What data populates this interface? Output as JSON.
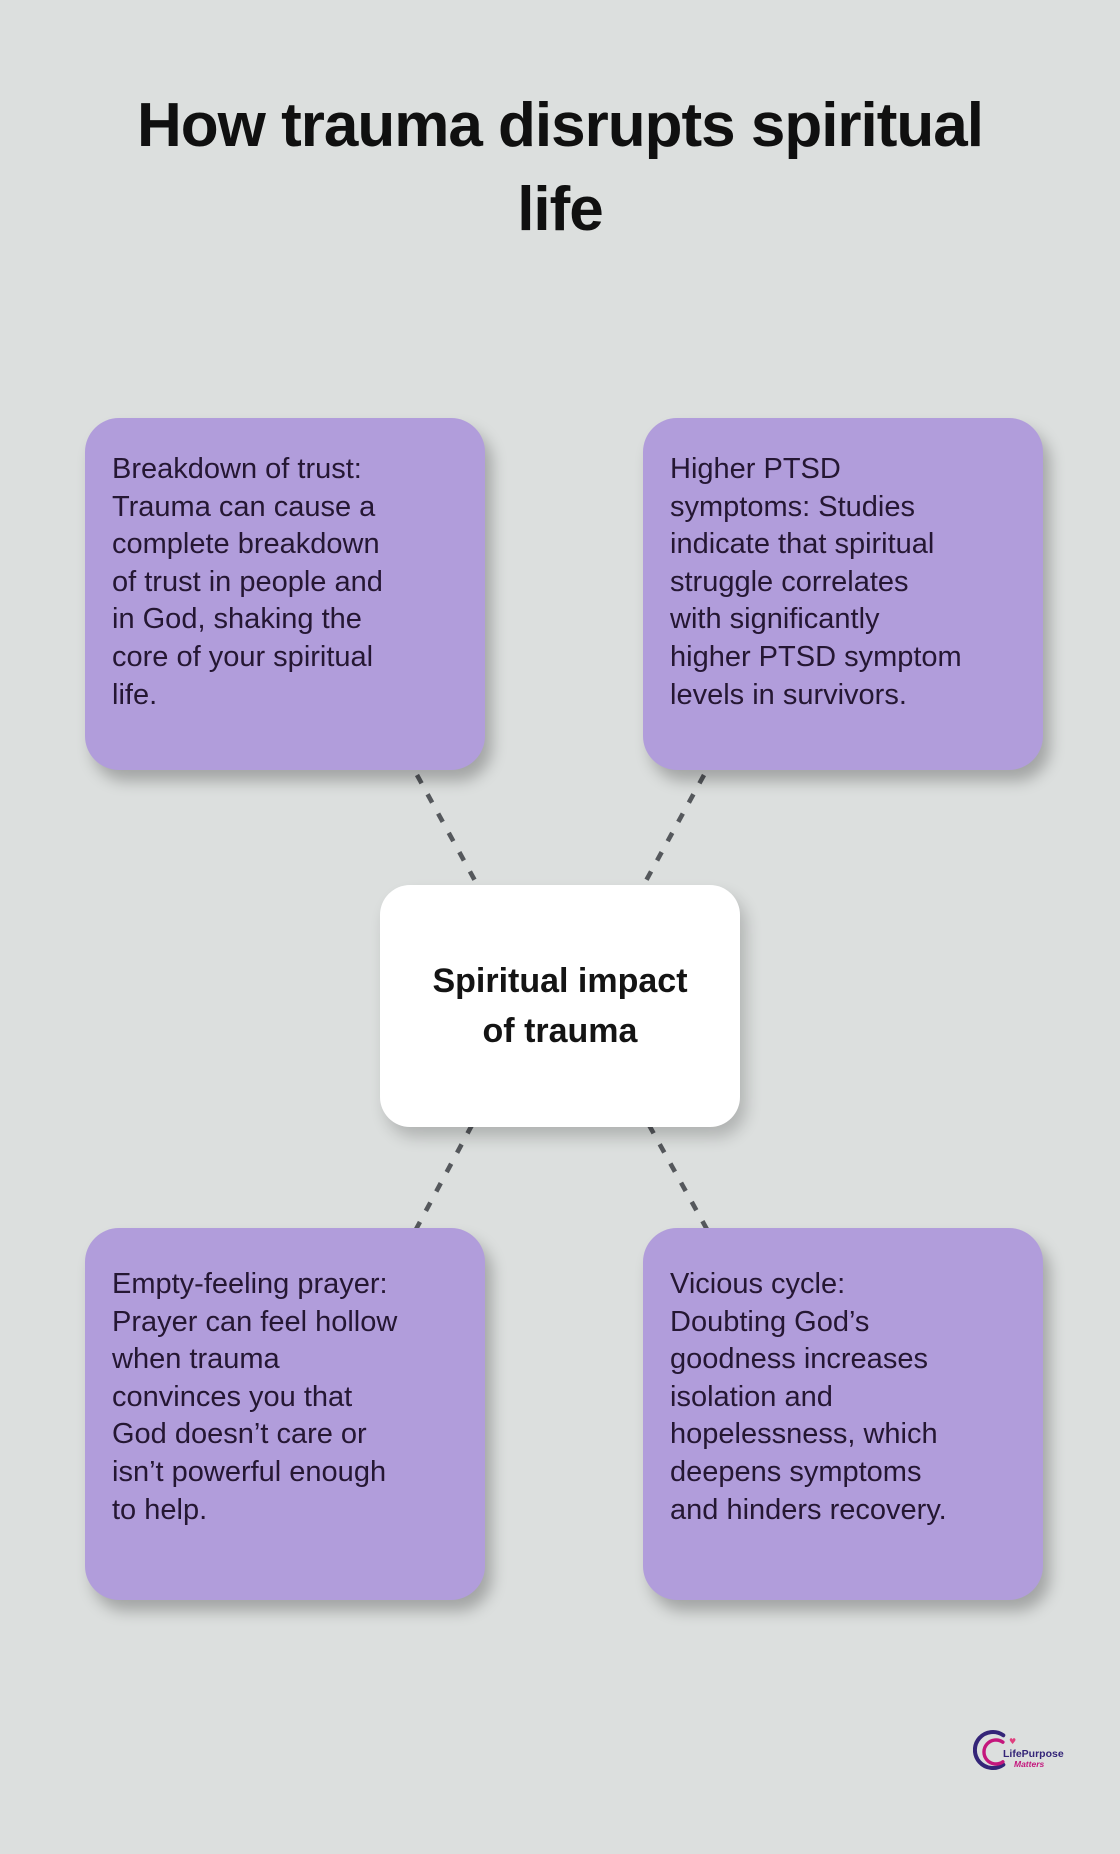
{
  "page": {
    "title": "How trauma disrupts spiritual\nlife",
    "background_color": "#dcdfde"
  },
  "diagram": {
    "center": {
      "label": "Spiritual impact\nof trauma"
    },
    "nodes": [
      {
        "id": "breakdown-of-trust",
        "text": "Breakdown of trust:\nTrauma can cause a\ncomplete breakdown\nof trust in people and\nin God, shaking the\ncore of your spiritual\nlife."
      },
      {
        "id": "higher-ptsd-symptoms",
        "text": "Higher PTSD\nsymptoms: Studies\nindicate that spiritual\nstruggle correlates\nwith significantly\nhigher PTSD symptom\nlevels in survivors."
      },
      {
        "id": "empty-feeling-prayer",
        "text": "Empty-feeling prayer:\nPrayer can feel hollow\nwhen trauma\nconvinces you that\nGod doesn’t care or\nisn’t powerful enough\nto help."
      },
      {
        "id": "vicious-cycle",
        "text": "Vicious cycle:\nDoubting God’s\ngoodness increases\nisolation and\nhopelessness, which\ndeepens symptoms\nand hinders recovery."
      }
    ],
    "node_color": "#b19ddb",
    "node_text_color": "#251733",
    "center_color": "#ffffff",
    "connector_color": "#55585c"
  },
  "logo": {
    "brand_part1": "Life",
    "brand_part2": "Purpose",
    "tagline": "Matters",
    "navy_color": "#342578",
    "magenta_color": "#c4177d"
  }
}
